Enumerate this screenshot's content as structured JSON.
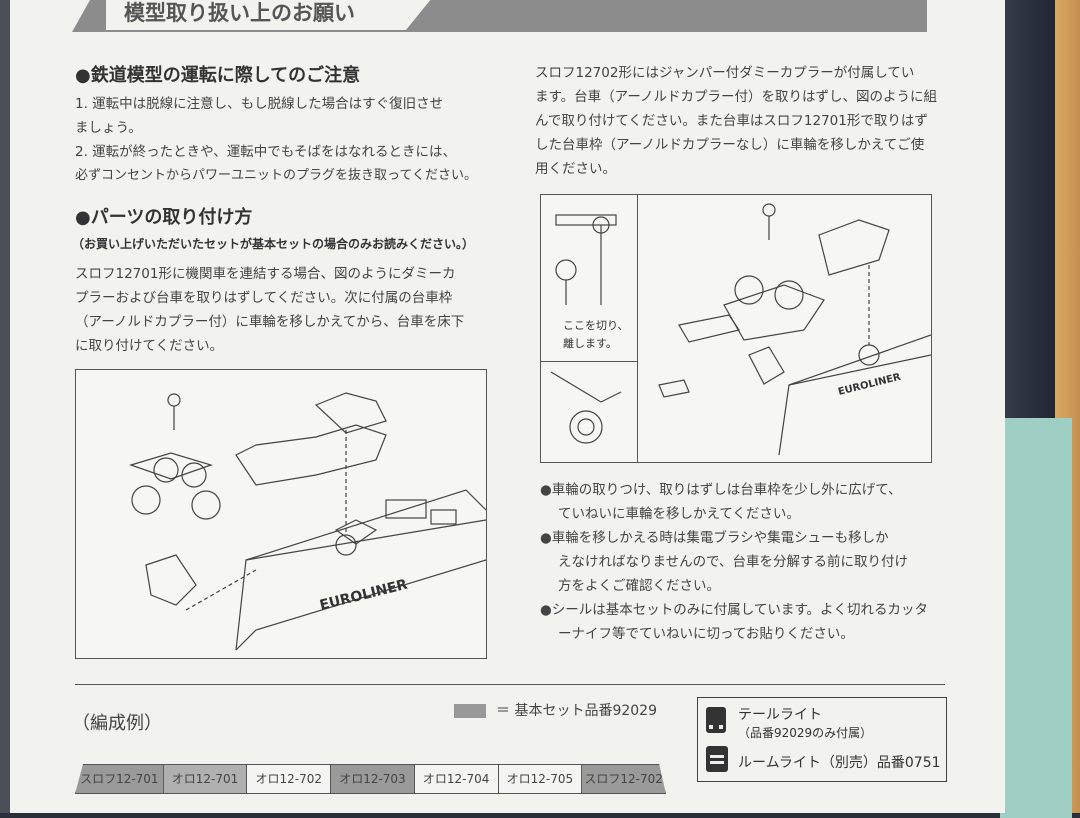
{
  "header": {
    "title": "模型取り扱い上のお願い"
  },
  "section1": {
    "heading": "●鉄道模型の運転に際してのご注意",
    "lines": [
      "1. 運転中は脱線に注意し、もし脱線した場合はすぐ復旧させ",
      "ましょう。",
      "2. 運転が終ったときや、運転中でもそばをはなれるときには、",
      "必ずコンセントからパワーユニットのプラグを抜き取ってください。"
    ]
  },
  "section2": {
    "heading": "●パーツの取り付け方",
    "subheading": "（お買い上げいただいたセットが基本セットの場合のみお読みください。）",
    "lines": [
      "スロフ12701形に機関車を連結する場合、図のようにダミーカ",
      "プラーおよび台車を取りはずしてください。次に付属の台車枠",
      "（アーノルドカプラー付）に車輪を移しかえてから、台車を床下",
      "に取り付けてください。"
    ]
  },
  "right": {
    "lines": [
      "スロフ12702形にはジャンパー付ダミーカプラーが付属してい",
      "ます。台車（アーノルドカプラー付）を取りはずし、図のように組",
      "んで取り付けてください。また台車はスロフ12701形で取りはず",
      "した台車枠（アーノルドカプラーなし）に車輪を移しかえてご使",
      "用ください。"
    ],
    "figure_note": [
      "ここを切り、",
      "離します。"
    ],
    "bullets": [
      [
        "●車輪の取りつけ、取りはずしは台車枠を少し外に広げて、",
        "ていねいに車輪を移しかえてください。"
      ],
      [
        "●車輪を移しかえる時は集電ブラシや集電シューも移しか",
        "えなければなりませんので、台車を分解する前に取り付け",
        "方をよくご確認ください。"
      ],
      [
        "●シールは基本セットのみに付属しています。よく切れるカッタ",
        "ーナイフ等でていねいに切ってお貼りください。"
      ]
    ]
  },
  "car_logo": "EUROLINER",
  "formation": {
    "label": "（編成例）",
    "basic_set_note": "＝ 基本セット品番92029",
    "cars": [
      {
        "name": "スロフ12-701",
        "shaded": true
      },
      {
        "name": "オロ12-701",
        "shaded": true
      },
      {
        "name": "オロ12-702",
        "shaded": false
      },
      {
        "name": "オロ12-703",
        "shaded": true
      },
      {
        "name": "オロ12-704",
        "shaded": false
      },
      {
        "name": "オロ12-705",
        "shaded": false
      },
      {
        "name": "スロフ12-702",
        "shaded": true
      }
    ]
  },
  "legend": {
    "tail_light": "テールライト",
    "tail_light_note": "（品番92029のみ付属）",
    "room_light": "ルームライト（別売）品番0751"
  }
}
